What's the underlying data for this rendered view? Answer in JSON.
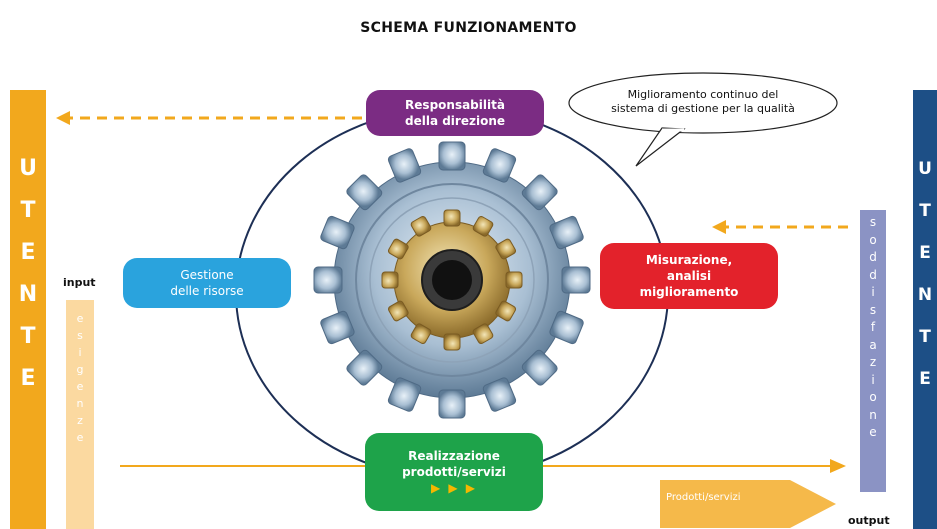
{
  "title": "SCHEMA FUNZIONAMENTO",
  "left_bar": {
    "letters": [
      "U",
      "T",
      "E",
      "N",
      "T",
      "E"
    ],
    "color": "#f2a81d"
  },
  "right_bar": {
    "letters": [
      "U",
      "T",
      "E",
      "N",
      "T",
      "E"
    ],
    "color": "#1d4f86"
  },
  "input_label": "input",
  "output_label": "output",
  "esigenze": {
    "letters": [
      "e",
      "s",
      "i",
      "g",
      "e",
      "n",
      "z",
      "e"
    ],
    "color": "#fbd9a0"
  },
  "soddisfazione": {
    "letters": [
      "s",
      "o",
      "d",
      "d",
      "i",
      "s",
      "f",
      "a",
      "z",
      "i",
      "o",
      "n",
      "e"
    ],
    "color": "#8b93c4"
  },
  "nodes": {
    "responsabilita": {
      "line1": "Responsabilità",
      "line2": "della direzione",
      "color": "#7b2c83"
    },
    "gestione": {
      "line1": "Gestione",
      "line2": "delle risorse",
      "color": "#2aa3dd"
    },
    "misurazione": {
      "line1": "Misurazione,",
      "line2": "analisi",
      "line3": "miglioramento",
      "color": "#e3222b"
    },
    "realizzazione": {
      "line1": "Realizzazione",
      "line2": "prodotti/servizi",
      "arrows": "▶ ▶ ▶",
      "color": "#1ea34a"
    }
  },
  "bubble": {
    "line1": "Miglioramento continuo del",
    "line2": "sistema di gestione per la qualità"
  },
  "prodotti_arrow": {
    "label": "Prodotti/servizi",
    "color": "#f5b94a"
  },
  "icons": [
    "gear-icon"
  ]
}
